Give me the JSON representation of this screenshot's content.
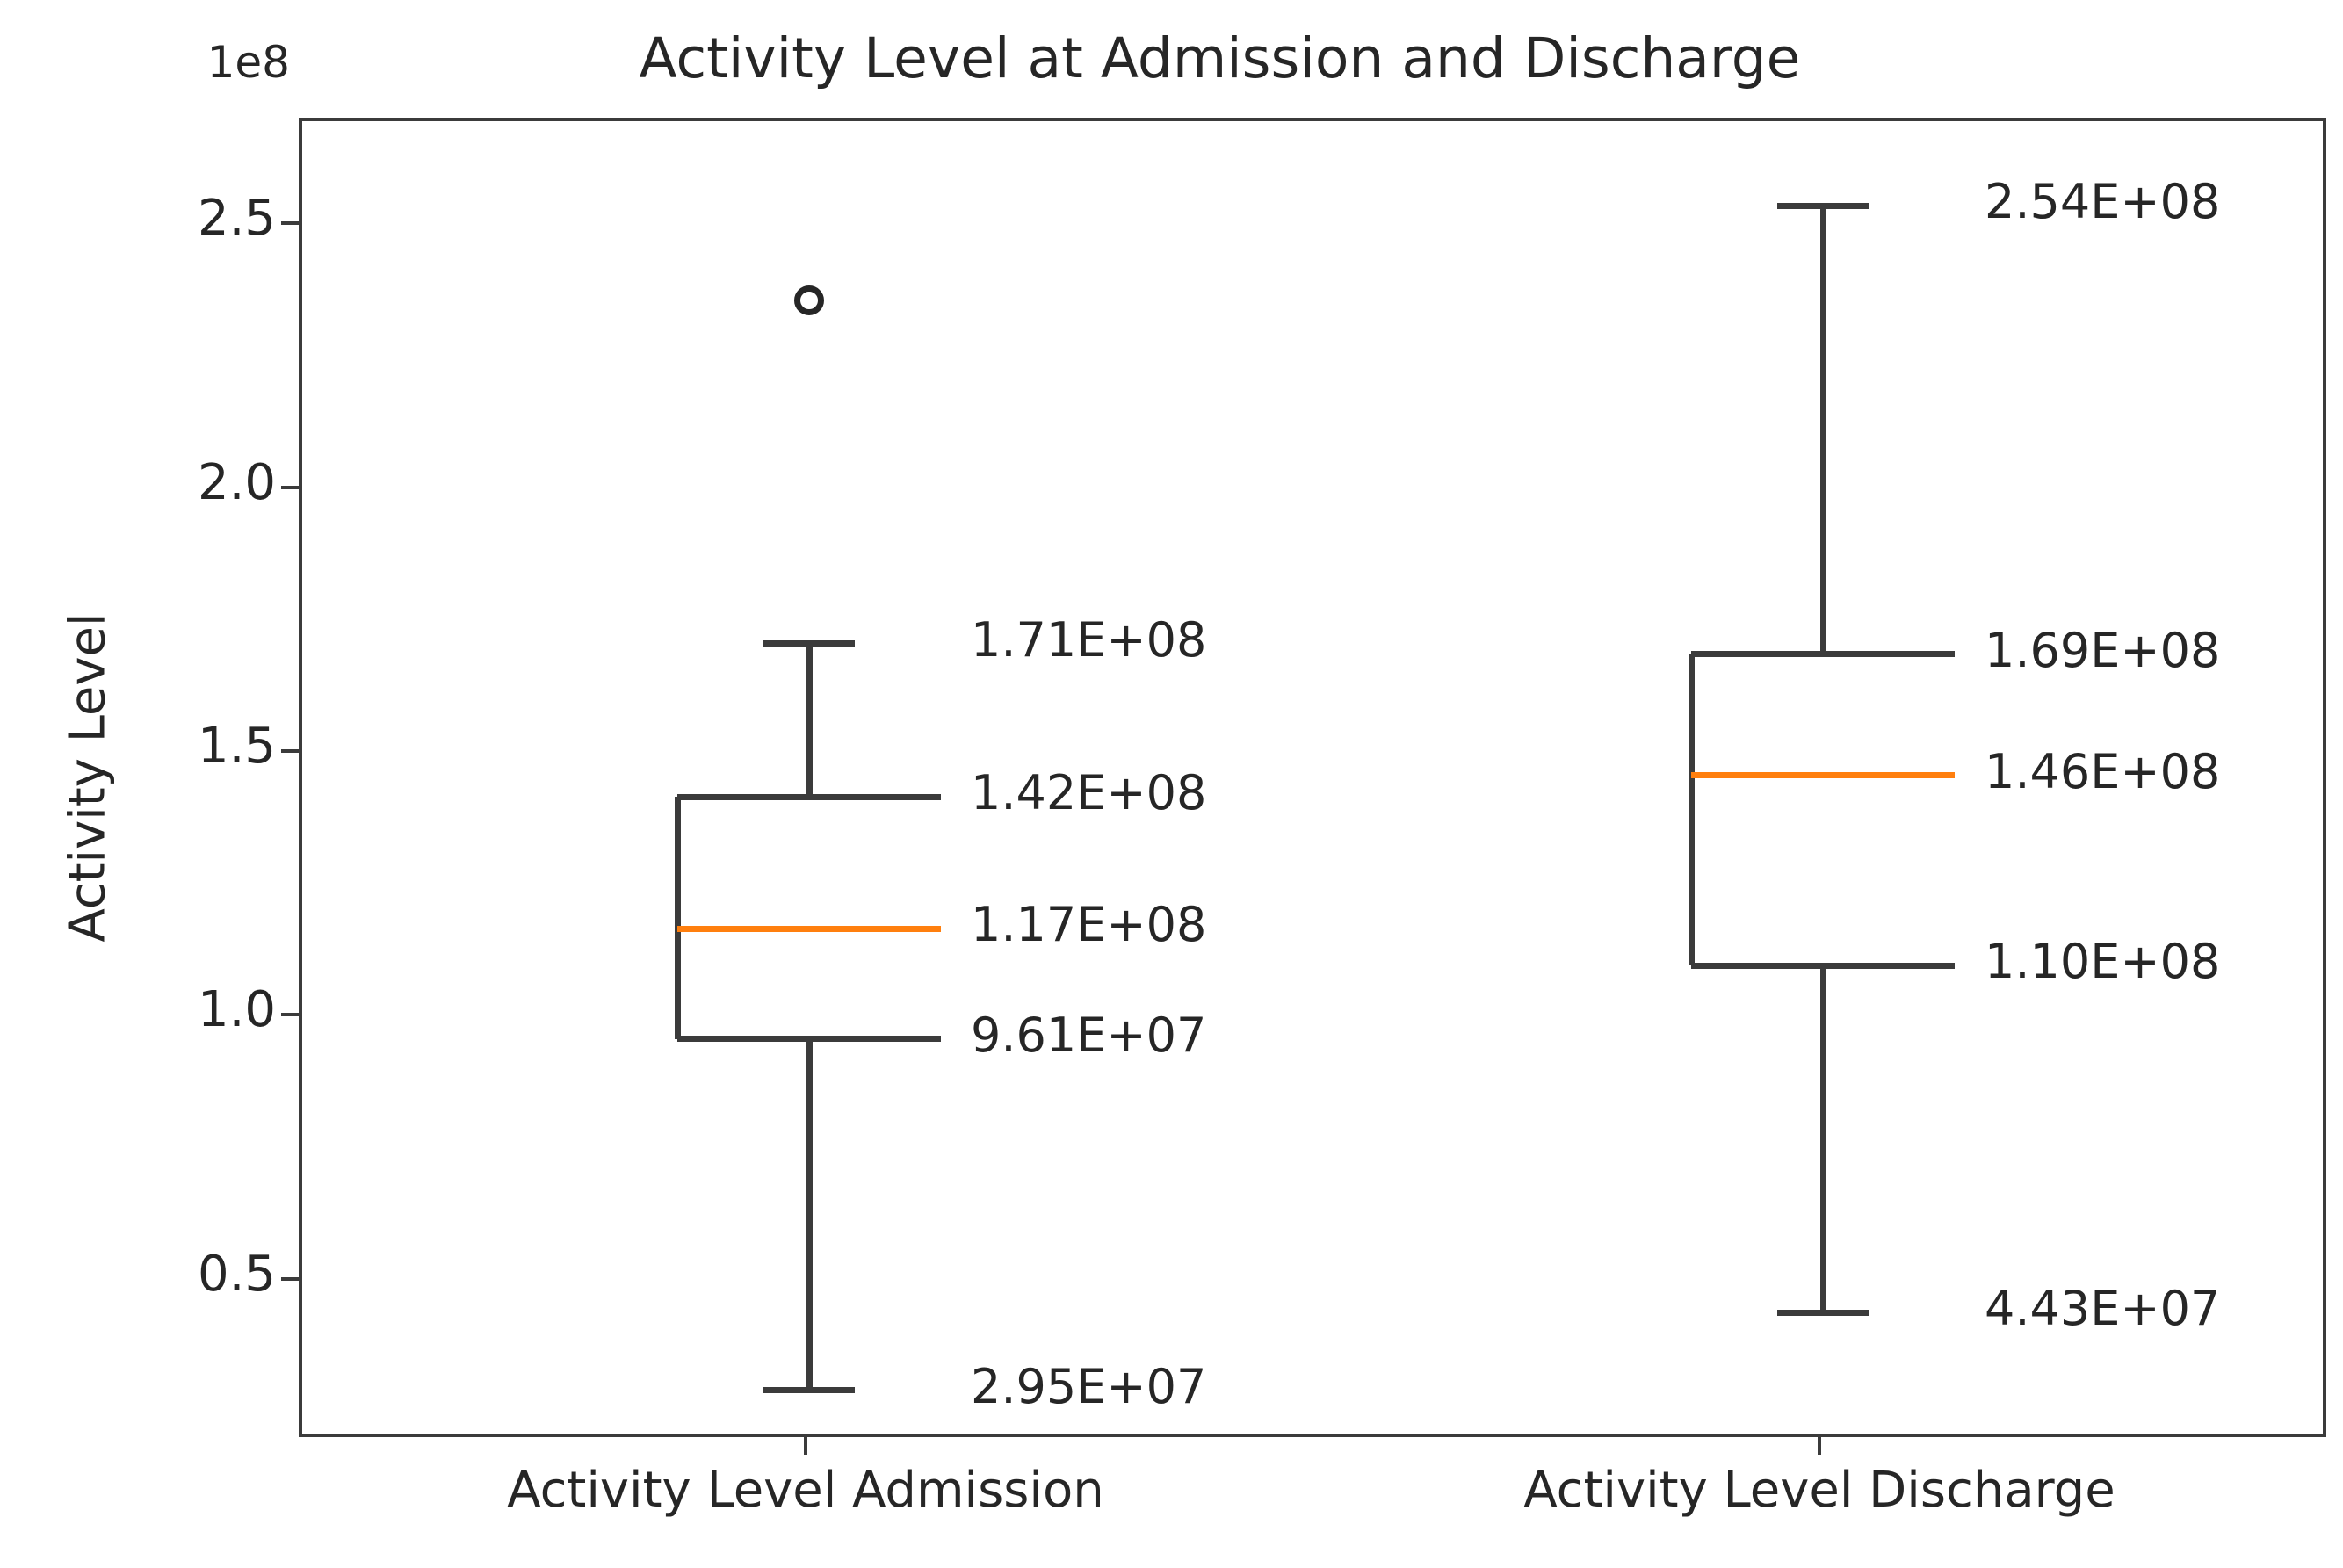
{
  "chart_data": {
    "type": "box",
    "title": "Activity Level at Admission and Discharge",
    "xlabel": "",
    "ylabel": "Activity Level",
    "y_offset_text": "1e8",
    "y_ticks": [
      "0.5",
      "1.0",
      "1.5",
      "2.0",
      "2.5"
    ],
    "y_tick_values": [
      50000000,
      100000000,
      150000000,
      200000000,
      250000000
    ],
    "ylim": [
      20000000,
      270000000
    ],
    "grid": false,
    "legend": null,
    "categories": [
      "Activity Level Admission",
      "Activity Level Discharge"
    ],
    "boxes": [
      {
        "category": "Activity Level Admission",
        "whisker_low": 29500000,
        "q1": 96100000,
        "median": 117000000,
        "q3": 142000000,
        "whisker_high": 171000000,
        "outliers": [
          236000000
        ],
        "labels": {
          "whisker_high": "1.71E+08",
          "q3": "1.42E+08",
          "median": "1.17E+08",
          "q1": "9.61E+07",
          "whisker_low": "2.95E+07"
        }
      },
      {
        "category": "Activity Level Discharge",
        "whisker_low": 44300000,
        "q1": 110000000,
        "median": 146000000,
        "q3": 169000000,
        "whisker_high": 254000000,
        "outliers": [],
        "labels": {
          "whisker_high": "2.54E+08",
          "q3": "1.69E+08",
          "median": "1.46E+08",
          "q1": "1.10E+08",
          "whisker_low": "4.43E+07"
        }
      }
    ],
    "colors": {
      "median": "#ff7f0e",
      "box": "#3b3b3b",
      "text": "#262626",
      "background": "#ffffff"
    }
  }
}
